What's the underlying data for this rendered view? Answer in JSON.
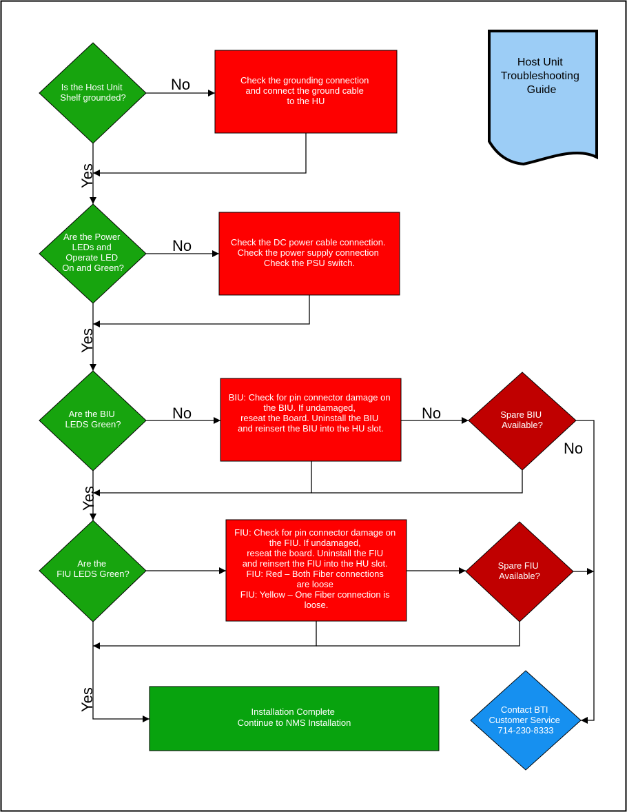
{
  "document": {
    "title_lines": [
      "Host Unit",
      "Troubleshooting",
      "Guide"
    ]
  },
  "decisions": {
    "grounded": [
      "Is the Host Unit",
      "Shelf grounded?"
    ],
    "power": [
      "Are the Power",
      "LEDs and",
      "Operate LED",
      "On and Green?"
    ],
    "biu": [
      "Are the BIU",
      "LEDS Green?"
    ],
    "fiu": [
      "Are the",
      "FIU LEDS Green?"
    ],
    "spare_biu": [
      "Spare BIU",
      "Available?"
    ],
    "spare_fiu": [
      "Spare FIU",
      "Available?"
    ],
    "contact": [
      "Contact BTI",
      "Customer Service",
      "714-230-8333"
    ]
  },
  "actions": {
    "grounding": [
      "Check the grounding connection",
      "and connect the ground cable",
      "to the HU"
    ],
    "power": [
      "Check the DC power cable connection.",
      "Check the power supply connection",
      "Check the PSU switch."
    ],
    "biu": [
      "BIU: Check for pin connector damage on",
      "the BIU. If undamaged,",
      "reseat the Board. Uninstall the BIU",
      "and reinsert the BIU into the HU slot."
    ],
    "fiu": [
      "FIU: Check for pin connector damage on",
      "the FIU. If undamaged,",
      "reseat the board. Uninstall the FIU",
      "and reinsert the FIU into the HU slot.",
      "FIU: Red – Both Fiber connections",
      "are loose",
      "FIU: Yellow – One Fiber connection is",
      "loose."
    ],
    "complete": [
      "Installation Complete",
      "Continue to NMS Installation"
    ]
  },
  "edge_labels": {
    "no": "No",
    "yes": "Yes"
  },
  "colors": {
    "decision_green": "#17a40e",
    "action_red": "#fe0000",
    "spare_darkred": "#c00000",
    "complete_green": "#08a30e",
    "contact_blue": "#1690f0",
    "document_blue": "#9ccdf6"
  }
}
